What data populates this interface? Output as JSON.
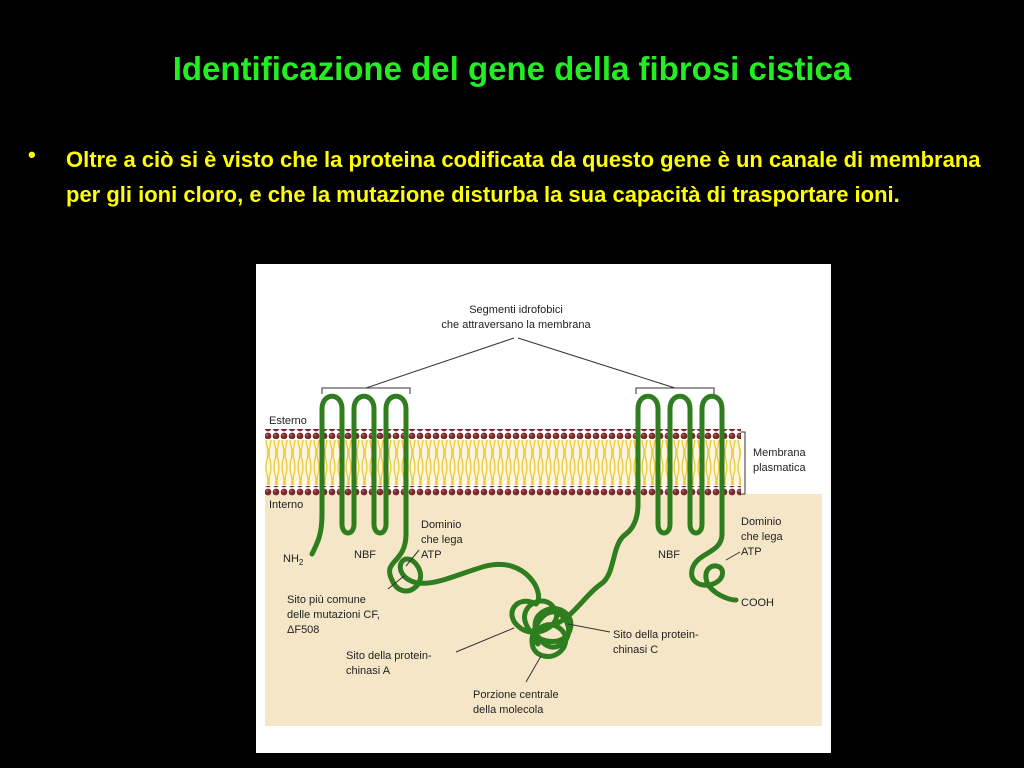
{
  "slide": {
    "title": "Identificazione del gene della fibrosi cistica",
    "bullet": "Oltre a ciò si è visto che la proteina codificata da questo gene è un canale di membrana per gli ioni cloro, e che la mutazione disturba la sua capacità di trasportare ioni."
  },
  "figure": {
    "hydrophobic_label_1": "Segmenti idrofobici",
    "hydrophobic_label_2": "che attraversano la membrana",
    "outside": "Esterno",
    "inside": "Interno",
    "membrane_1": "Membrana",
    "membrane_2": "plasmatica",
    "nh2": "NH",
    "nh2_sub": "2",
    "nbf_left": "NBF",
    "nbf_right": "NBF",
    "atp_left_1": "Dominio",
    "atp_left_2": "che lega",
    "atp_left_3": "ATP",
    "atp_right_1": "Dominio",
    "atp_right_2": "che lega",
    "atp_right_3": "ATP",
    "cooh": "COOH",
    "mutation_1": "Sito più comune",
    "mutation_2": "delle mutazioni CF,",
    "mutation_3": "ΔF508",
    "kinase_a_1": "Sito della protein-",
    "kinase_a_2": "chinasi A",
    "kinase_c_1": "Sito della protein-",
    "kinase_c_2": "chinasi C",
    "central_1": "Porzione centrale",
    "central_2": "della molecola"
  },
  "colors": {
    "title": "#22ee22",
    "bullet_text": "#ffff00",
    "background": "#000000",
    "protein": "#2e7d1e",
    "membrane_heads": "#7a2a2a",
    "membrane_tails": "#e8c93a",
    "cytoplasm": "#f5e6c8"
  }
}
